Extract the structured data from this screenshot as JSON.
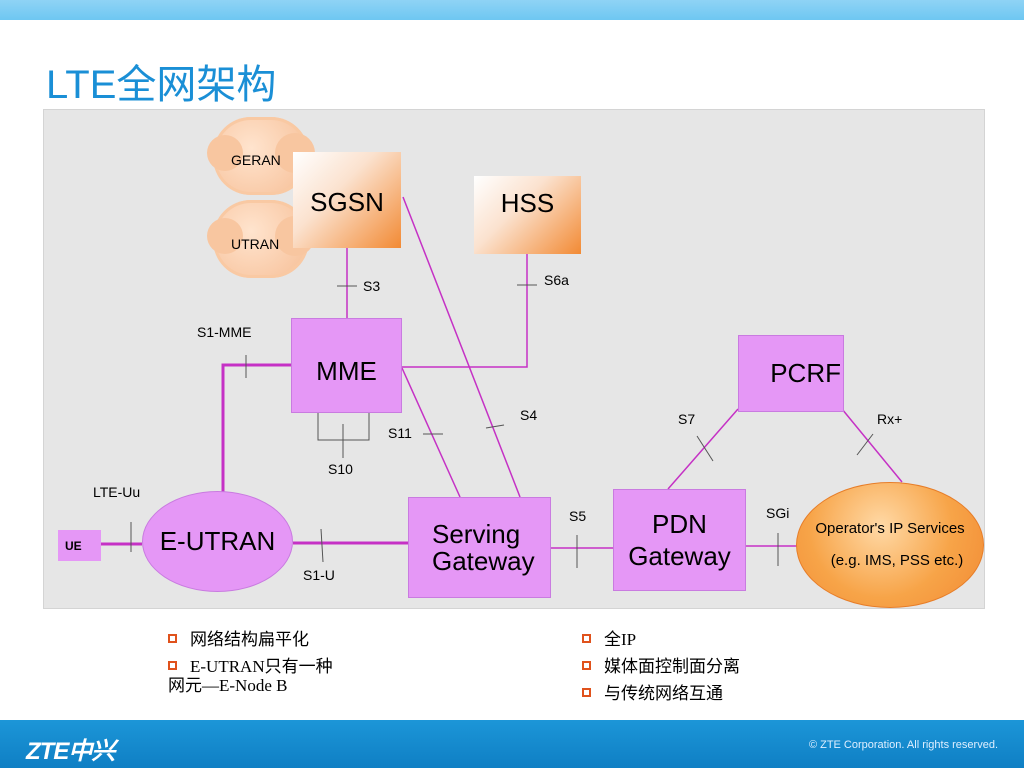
{
  "slide": {
    "title": "LTE全网架构"
  },
  "nodes": {
    "geran": "GERAN",
    "utran": "UTRAN",
    "sgsn": "SGSN",
    "hss": "HSS",
    "mme": "MME",
    "pcrf": "PCRF",
    "serving_gateway_line1": "Serving",
    "serving_gateway_line2": "Gateway",
    "pdn_gateway_line1": "PDN",
    "pdn_gateway_line2": "Gateway",
    "eutran": "E-UTRAN",
    "ue": "UE",
    "operator_line1": "Operator's IP Services",
    "operator_line2": "(e.g. IMS, PSS etc.)"
  },
  "interfaces": {
    "s3": "S3",
    "s6a": "S6a",
    "s1_mme": "S1-MME",
    "s4": "S4",
    "s11": "S11",
    "s10": "S10",
    "s7": "S7",
    "rx": "Rx+",
    "lte_uu": "LTE-Uu",
    "s1_u": "S1-U",
    "s5": "S5",
    "sgi": "SGi"
  },
  "bullets_left": [
    "网络结构扁平化",
    "E-UTRAN只有一种"
  ],
  "bullets_left_continuation": "网元—E-Node B",
  "bullets_right": [
    "全IP",
    "媒体面控制面分离",
    "与传统网络互通"
  ],
  "footer": {
    "logo": "ZTE中兴",
    "copyright": "© ZTE Corporation. All rights reserved."
  },
  "colors": {
    "title": "#1a8fd6",
    "magenta_line": "#c531c5",
    "violet_box": "#e597f6",
    "orange": "#f28a34",
    "footer": "#1c96d8"
  }
}
